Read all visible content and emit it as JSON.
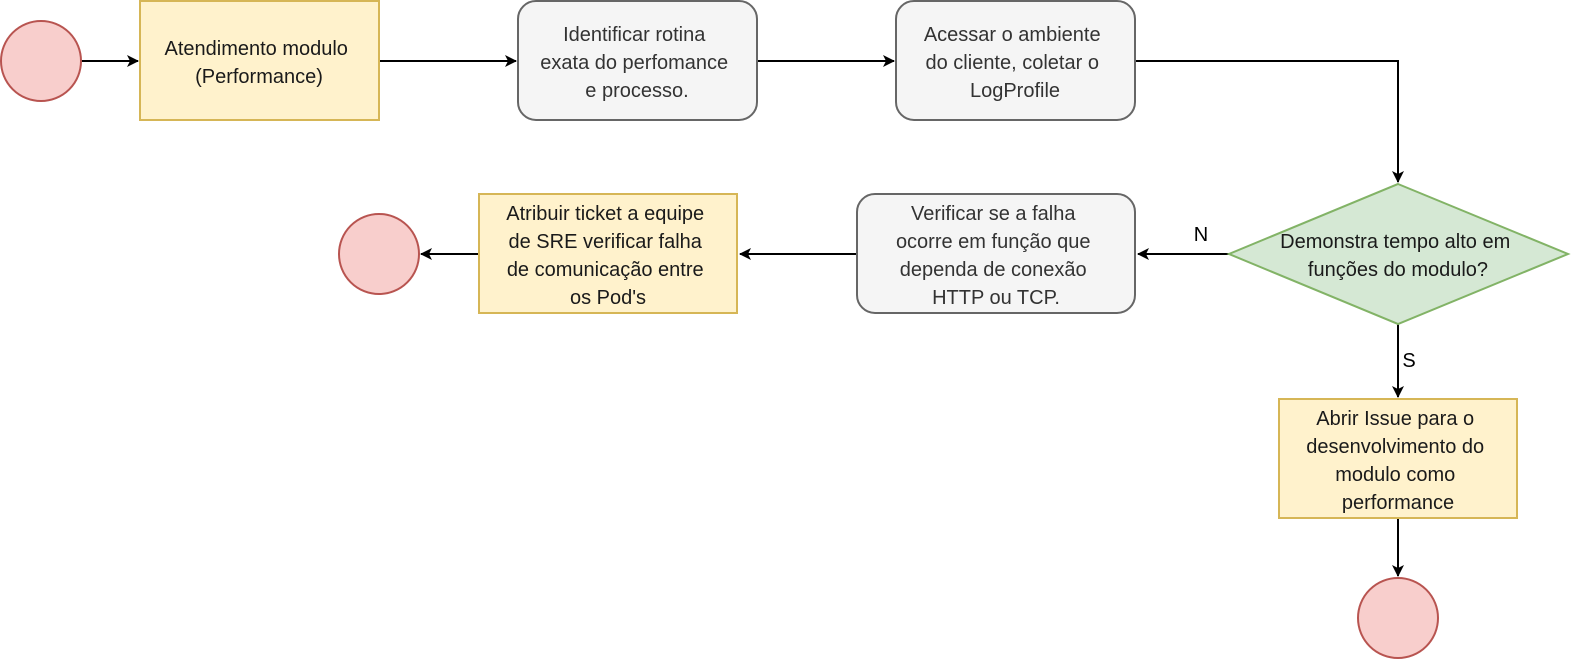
{
  "colors": {
    "terminal_fill": "#f8cecc",
    "terminal_stroke": "#b85450",
    "highlight_fill": "#fff2cc",
    "highlight_stroke": "#d6b656",
    "process_fill": "#f5f5f5",
    "process_stroke": "#666666",
    "decision_fill": "#d5e8d4",
    "decision_stroke": "#82b366",
    "edge": "#000000"
  },
  "nodes": {
    "atendimento": {
      "lines": [
        "Atendimento modulo",
        "(Performance)"
      ]
    },
    "identificar": {
      "lines": [
        "Identificar rotina",
        "exata do perfomance",
        "e processo."
      ]
    },
    "acessar": {
      "lines": [
        "Acessar o ambiente",
        "do cliente, coletar o",
        "LogProfile"
      ]
    },
    "decisao": {
      "lines": [
        "Demonstra tempo alto em",
        "funções do modulo?"
      ]
    },
    "verificar": {
      "lines": [
        "Verificar se a falha",
        "ocorre em função que",
        "dependa de conexão",
        "HTTP ou TCP."
      ]
    },
    "atribuir": {
      "lines": [
        "Atribuir ticket a equipe",
        "de SRE verificar falha",
        "de comunicação entre",
        "os Pod's"
      ]
    },
    "abrir_issue": {
      "lines": [
        "Abrir Issue para o",
        "desenvolvimento do",
        "modulo como",
        "performance"
      ]
    }
  },
  "edge_labels": {
    "no": "N",
    "yes": "S"
  }
}
